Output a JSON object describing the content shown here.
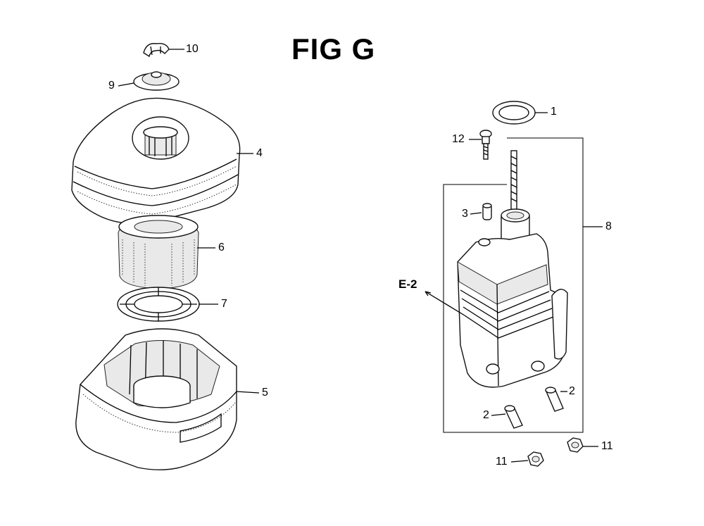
{
  "figure": {
    "title": "FIG G"
  },
  "callouts": {
    "c1": "1",
    "c2a": "2",
    "c2b": "2",
    "c3": "3",
    "c4": "4",
    "c5": "5",
    "c6": "6",
    "c7": "7",
    "c8": "8",
    "c9": "9",
    "c10": "10",
    "c11a": "11",
    "c11b": "11",
    "c12": "12",
    "e2": "E-2"
  }
}
